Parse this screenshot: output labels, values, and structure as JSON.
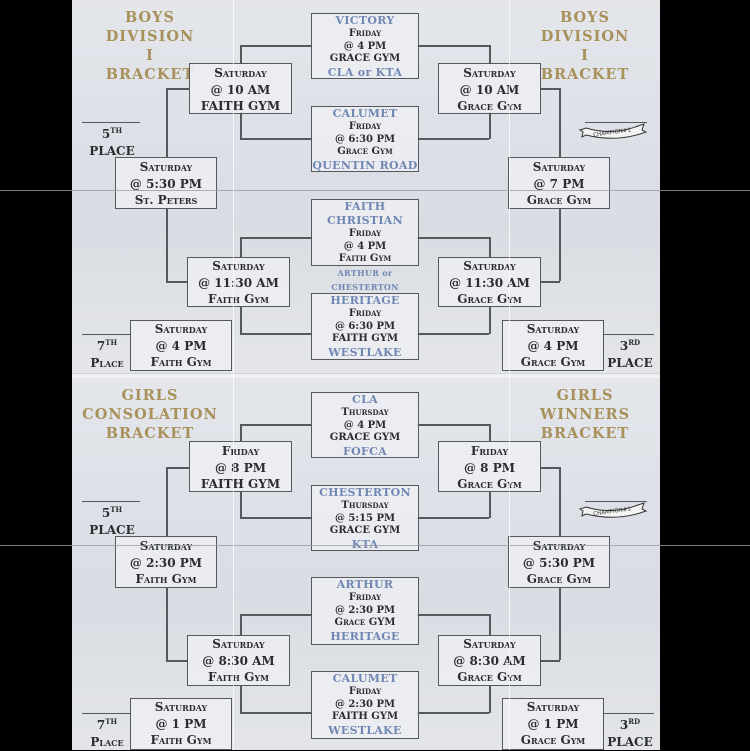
{
  "boys": {
    "title_left": [
      "BOYS",
      "DIVISION I",
      "BRACKET"
    ],
    "title_right": [
      "BOYS",
      "DIVISION I",
      "BRACKET"
    ],
    "quarterfinals": [
      {
        "top_team": "VICTORY",
        "day": "Friday",
        "time": "@ 4 PM",
        "gym": "GRACE GYM",
        "bottom_team": "CLA or KTA"
      },
      {
        "top_team": "CALUMET",
        "day": "Friday",
        "time": "@ 6:30 PM",
        "gym": "Grace Gym",
        "bottom_team": "QUENTIN ROAD"
      },
      {
        "top_team": "FAITH CHRISTIAN",
        "day": "Friday",
        "time": "@ 4 PM",
        "gym": "Faith Gym",
        "bottom_team": "ARTHUR or CHESTERTON"
      },
      {
        "top_team": "HERITAGE",
        "day": "Friday",
        "time": "@ 6:30 PM",
        "gym": "FAITH GYM",
        "bottom_team": "WESTLAKE"
      }
    ],
    "left_games": [
      {
        "day": "Saturday",
        "time": "@ 10 AM",
        "gym": "FAITH GYM"
      },
      {
        "day": "Saturday",
        "time": "@ 5:30 PM",
        "gym": "St. Peters"
      },
      {
        "day": "Saturday",
        "time": "@ 11:30  AM",
        "gym": "Faith Gym"
      },
      {
        "day": "Saturday",
        "time": "@ 4 PM",
        "gym": "Faith Gym"
      }
    ],
    "right_games": [
      {
        "day": "Saturday",
        "time": "@ 10 AM",
        "gym": "Grace Gym"
      },
      {
        "day": "Saturday",
        "time": "@ 7 PM",
        "gym": "Grace Gym"
      },
      {
        "day": "Saturday",
        "time": "@ 11:30 AM",
        "gym": "Grace Gym"
      },
      {
        "day": "Saturday",
        "time": "@ 4 PM",
        "gym": "Grace Gym"
      }
    ],
    "places": {
      "fifth": {
        "num": "5",
        "suffix": "TH",
        "word": "PLACE"
      },
      "seventh": {
        "num": "7",
        "suffix": "TH",
        "word": "Place"
      },
      "third": {
        "num": "3",
        "suffix": "RD",
        "word": "PLACE"
      },
      "champion_label": "CHAMPION#1"
    }
  },
  "girls": {
    "title_left": [
      "GIRLS",
      "CONSOLATION",
      "BRACKET"
    ],
    "title_right": [
      "GIRLS",
      "WINNERS",
      "BRACKET"
    ],
    "quarterfinals": [
      {
        "top_team": "CLA",
        "day": "Thursday",
        "time": "@ 4 PM",
        "gym": "GRACE GYM",
        "bottom_team": "FOFCA"
      },
      {
        "top_team": "CHESTERTON",
        "day": "Thursday",
        "time": "@ 5:15 PM",
        "gym": "GRACE GYM",
        "bottom_team": "KTA"
      },
      {
        "top_team": "ARTHUR",
        "day": "Friday",
        "time": "@ 2:30 PM",
        "gym": "Grace GYM",
        "bottom_team": "HERITAGE"
      },
      {
        "top_team": "CALUMET",
        "day": "Friday",
        "time": "@ 2:30 PM",
        "gym": "FAITH GYM",
        "bottom_team": "WESTLAKE"
      }
    ],
    "left_games": [
      {
        "day": "Friday",
        "time": "@ 8 PM",
        "gym": "FAITH GYM"
      },
      {
        "day": "Saturday",
        "time": "@ 2:30 PM",
        "gym": "Faith Gym"
      },
      {
        "day": "Saturday",
        "time": "@ 8:30  AM",
        "gym": "Faith Gym"
      },
      {
        "day": "Saturday",
        "time": "@ 1 PM",
        "gym": "Faith Gym"
      }
    ],
    "right_games": [
      {
        "day": "Friday",
        "time": "@ 8 PM",
        "gym": "Grace Gym"
      },
      {
        "day": "Saturday",
        "time": "@ 5:30 PM",
        "gym": "Grace Gym"
      },
      {
        "day": "Saturday",
        "time": "@ 8:30 AM",
        "gym": "Grace Gym"
      },
      {
        "day": "Saturday",
        "time": "@ 1 PM",
        "gym": "Grace Gym"
      }
    ],
    "places": {
      "fifth": {
        "num": "5",
        "suffix": "TH",
        "word": "PLACE"
      },
      "seventh": {
        "num": "7",
        "suffix": "TH",
        "word": "Place"
      },
      "third": {
        "num": "3",
        "suffix": "RD",
        "word": "PLACE"
      },
      "champion_label": "CHAMPION#1"
    }
  },
  "colors": {
    "title_gold": "#a8915a",
    "team_blue": "#7187b3",
    "text_dark": "#2a2c30",
    "line_gray": "#55595e"
  }
}
